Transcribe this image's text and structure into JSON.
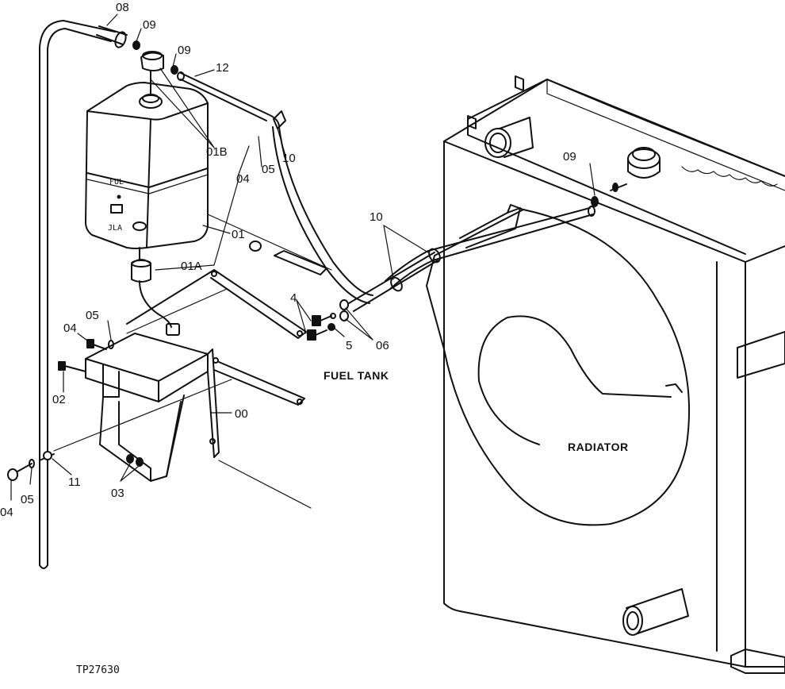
{
  "diagram": {
    "image_code": "TP27630",
    "labels": {
      "fuel_tank": "FUEL TANK",
      "radiator": "RADIATOR"
    },
    "callouts": {
      "p08": "08",
      "p09_a": "09",
      "p09_b": "09",
      "p09_c": "09",
      "p12": "12",
      "p01b": "01B",
      "p04_a": "04",
      "p05_a": "05",
      "p10_a": "10",
      "p10_b": "10",
      "p01": "01",
      "p01a": "01A",
      "p4": "4",
      "p5": "5",
      "p06": "06",
      "p05_b": "05",
      "p04_b": "04",
      "p02": "02",
      "p00": "00",
      "p03": "03",
      "p11": "11",
      "p05_c": "05",
      "p04_c": "04"
    },
    "tank_markings": {
      "upper": "FUL",
      "lower": "JLA"
    }
  }
}
